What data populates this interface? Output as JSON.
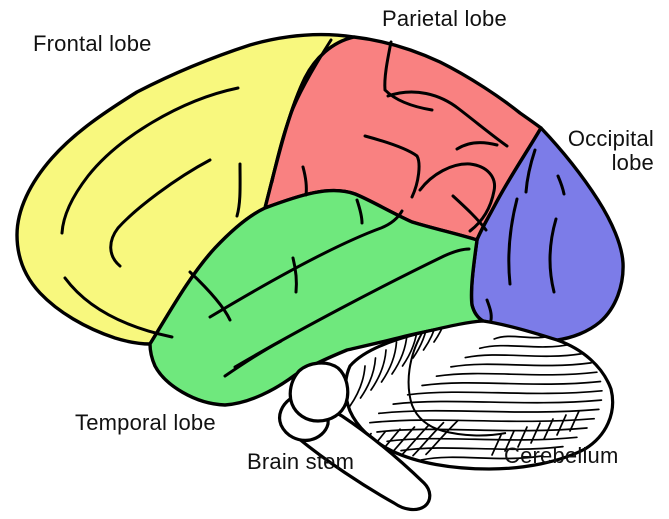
{
  "diagram": {
    "type": "brain-lateral-view-lobe-diagram",
    "labels": {
      "frontal": "Frontal lobe",
      "parietal": "Parietal lobe",
      "occipital": "Occipital lobe",
      "temporal": "Temporal lobe",
      "brainstem": "Brain stem",
      "cerebellum": "Cerebellum"
    },
    "colors": {
      "frontal": "#F8F87E",
      "parietal": "#F98181",
      "temporal": "#6FE87D",
      "occipital": "#7C7CE8",
      "cerebellum": "#FFFFFF",
      "brainstem": "#FFFFFF",
      "outline": "#000000",
      "label_text": "#111111",
      "background": "#FFFFFF"
    }
  }
}
